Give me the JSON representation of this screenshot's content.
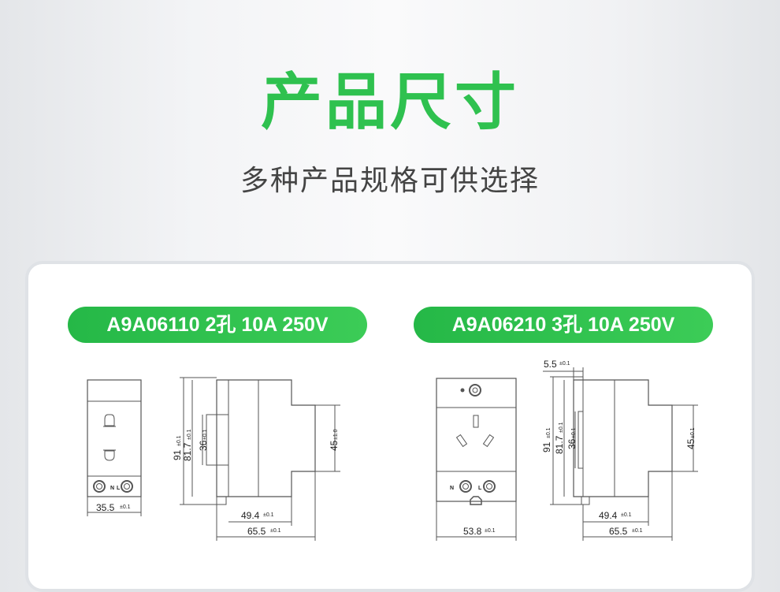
{
  "header": {
    "title": "产品尺寸",
    "subtitle": "多种产品规格可供选择"
  },
  "models": [
    {
      "label": "A9A06110 2孔 10A 250V",
      "dims": {
        "front_width": "35.5",
        "height": "91",
        "body_height": "81.7",
        "recess": "36",
        "depth_upper": "49.4",
        "depth_total": "65.5",
        "front_height": "45"
      },
      "tol": {
        "front_width": "±0.1",
        "height": "±0.1",
        "body_height": "±0.1",
        "recess": "±0.1",
        "depth_upper": "±0.1",
        "depth_total": "±0.1",
        "front_height": "±1.0"
      },
      "terminals": {
        "n": "N",
        "l": "L"
      }
    },
    {
      "label": "A9A06210 3孔 10A 250V",
      "dims": {
        "top_offset": "5.5",
        "front_width": "53.8",
        "height": "91",
        "body_height": "81.7",
        "recess": "36",
        "depth_upper": "49.4",
        "depth_total": "65.5",
        "front_height": "45"
      },
      "tol": {
        "top_offset": "±0.1",
        "front_width": "±0.1",
        "height": "±0.1",
        "body_height": "±0.1",
        "recess": "±0.1",
        "depth_upper": "±0.1",
        "depth_total": "±0.1",
        "front_height": "±0.1"
      },
      "terminals": {
        "n": "N",
        "l": "L"
      }
    }
  ],
  "colors": {
    "accent": "#2fc14f",
    "pill_start": "#25b847",
    "pill_end": "#3ccc57",
    "line": "#555555"
  }
}
